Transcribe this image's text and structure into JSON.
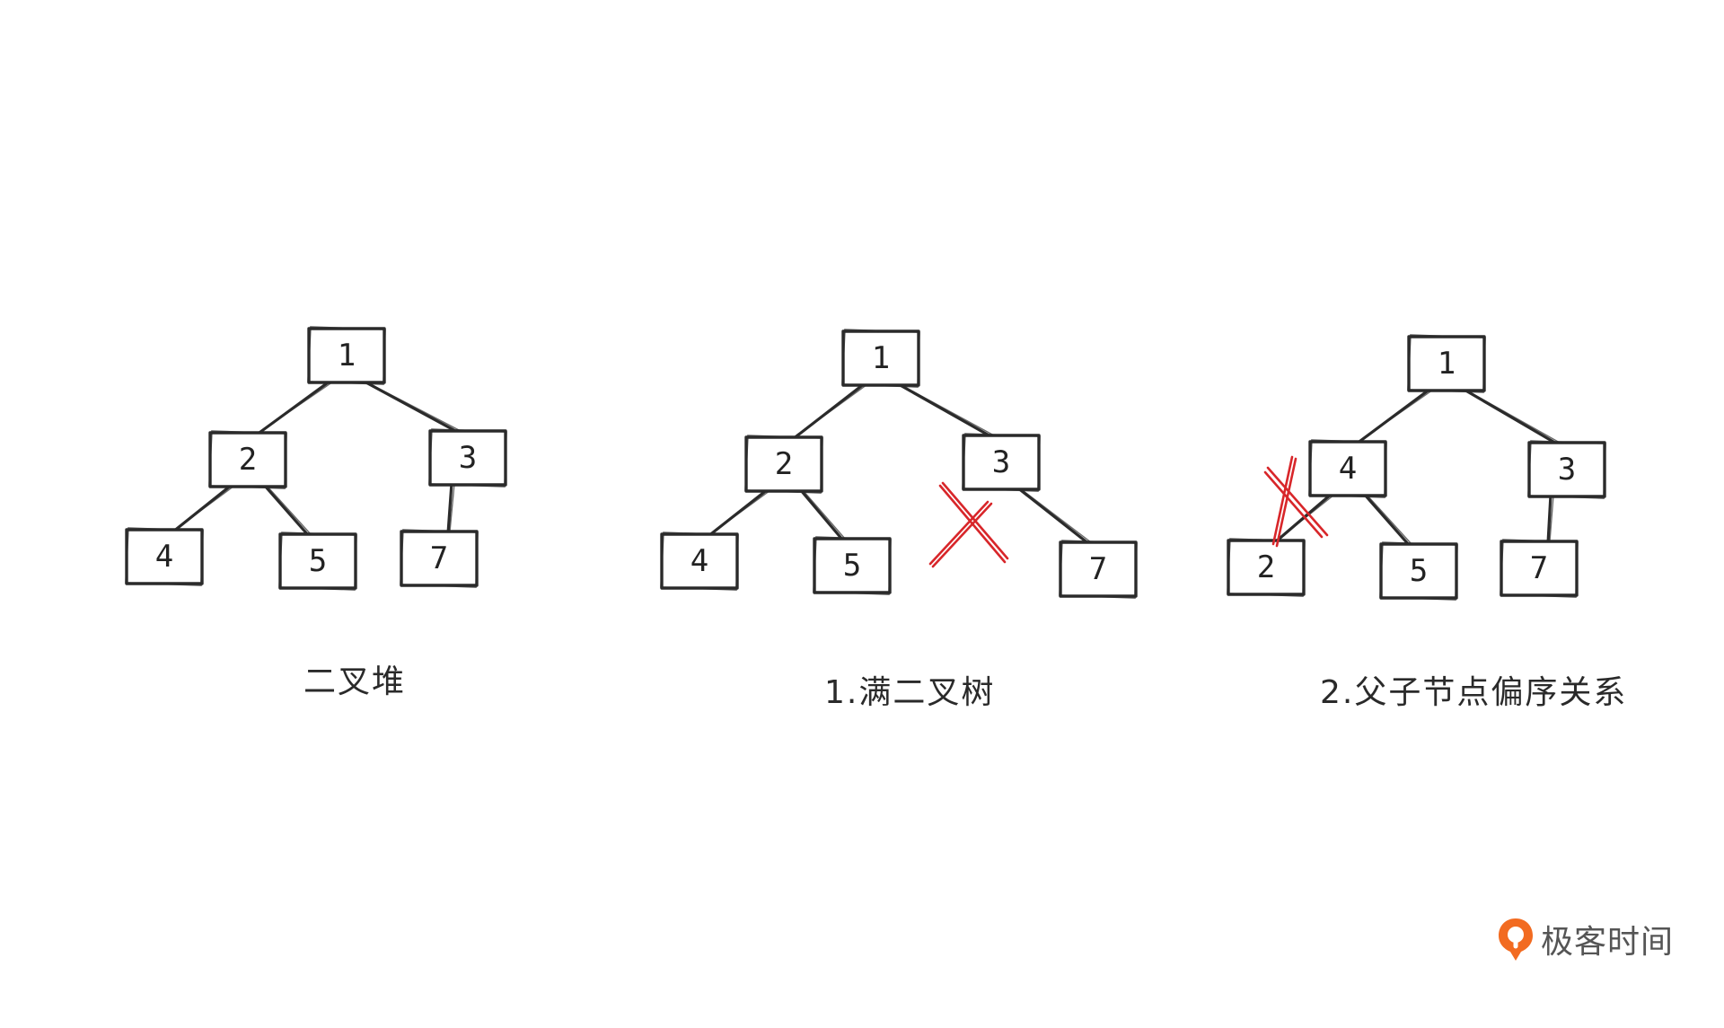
{
  "diagrams": [
    {
      "caption": "二叉堆",
      "nodes": [
        {
          "id": "root",
          "label": "1"
        },
        {
          "id": "left",
          "label": "2"
        },
        {
          "id": "right",
          "label": "3"
        },
        {
          "id": "ll",
          "label": "4"
        },
        {
          "id": "lr",
          "label": "5"
        },
        {
          "id": "rl",
          "label": "7"
        }
      ],
      "edges": [
        [
          "root",
          "left"
        ],
        [
          "root",
          "right"
        ],
        [
          "left",
          "ll"
        ],
        [
          "left",
          "lr"
        ],
        [
          "right",
          "rl"
        ]
      ]
    },
    {
      "caption": "1.满二叉树",
      "nodes": [
        {
          "id": "root",
          "label": "1"
        },
        {
          "id": "left",
          "label": "2"
        },
        {
          "id": "right",
          "label": "3"
        },
        {
          "id": "ll",
          "label": "4"
        },
        {
          "id": "lr",
          "label": "5"
        },
        {
          "id": "rr",
          "label": "7"
        }
      ],
      "edges": [
        [
          "root",
          "left"
        ],
        [
          "root",
          "right"
        ],
        [
          "left",
          "ll"
        ],
        [
          "left",
          "lr"
        ],
        [
          "right",
          "rr"
        ]
      ],
      "crossed_out": "missing-left-child-of-3"
    },
    {
      "caption": "2.父子节点偏序关系",
      "nodes": [
        {
          "id": "root",
          "label": "1"
        },
        {
          "id": "left",
          "label": "4"
        },
        {
          "id": "right",
          "label": "3"
        },
        {
          "id": "ll",
          "label": "2"
        },
        {
          "id": "lr",
          "label": "5"
        },
        {
          "id": "rl",
          "label": "7"
        }
      ],
      "edges": [
        [
          "root",
          "left"
        ],
        [
          "root",
          "right"
        ],
        [
          "left",
          "ll"
        ],
        [
          "left",
          "lr"
        ],
        [
          "right",
          "rl"
        ]
      ],
      "crossed_out": "edge-4-to-2"
    }
  ],
  "brand": {
    "name": "极客时间",
    "icon": "geektime-logo-icon",
    "accent_color": "#f26b21"
  },
  "colors": {
    "stroke": "#2b2b2b",
    "cross": "#d8262a"
  }
}
